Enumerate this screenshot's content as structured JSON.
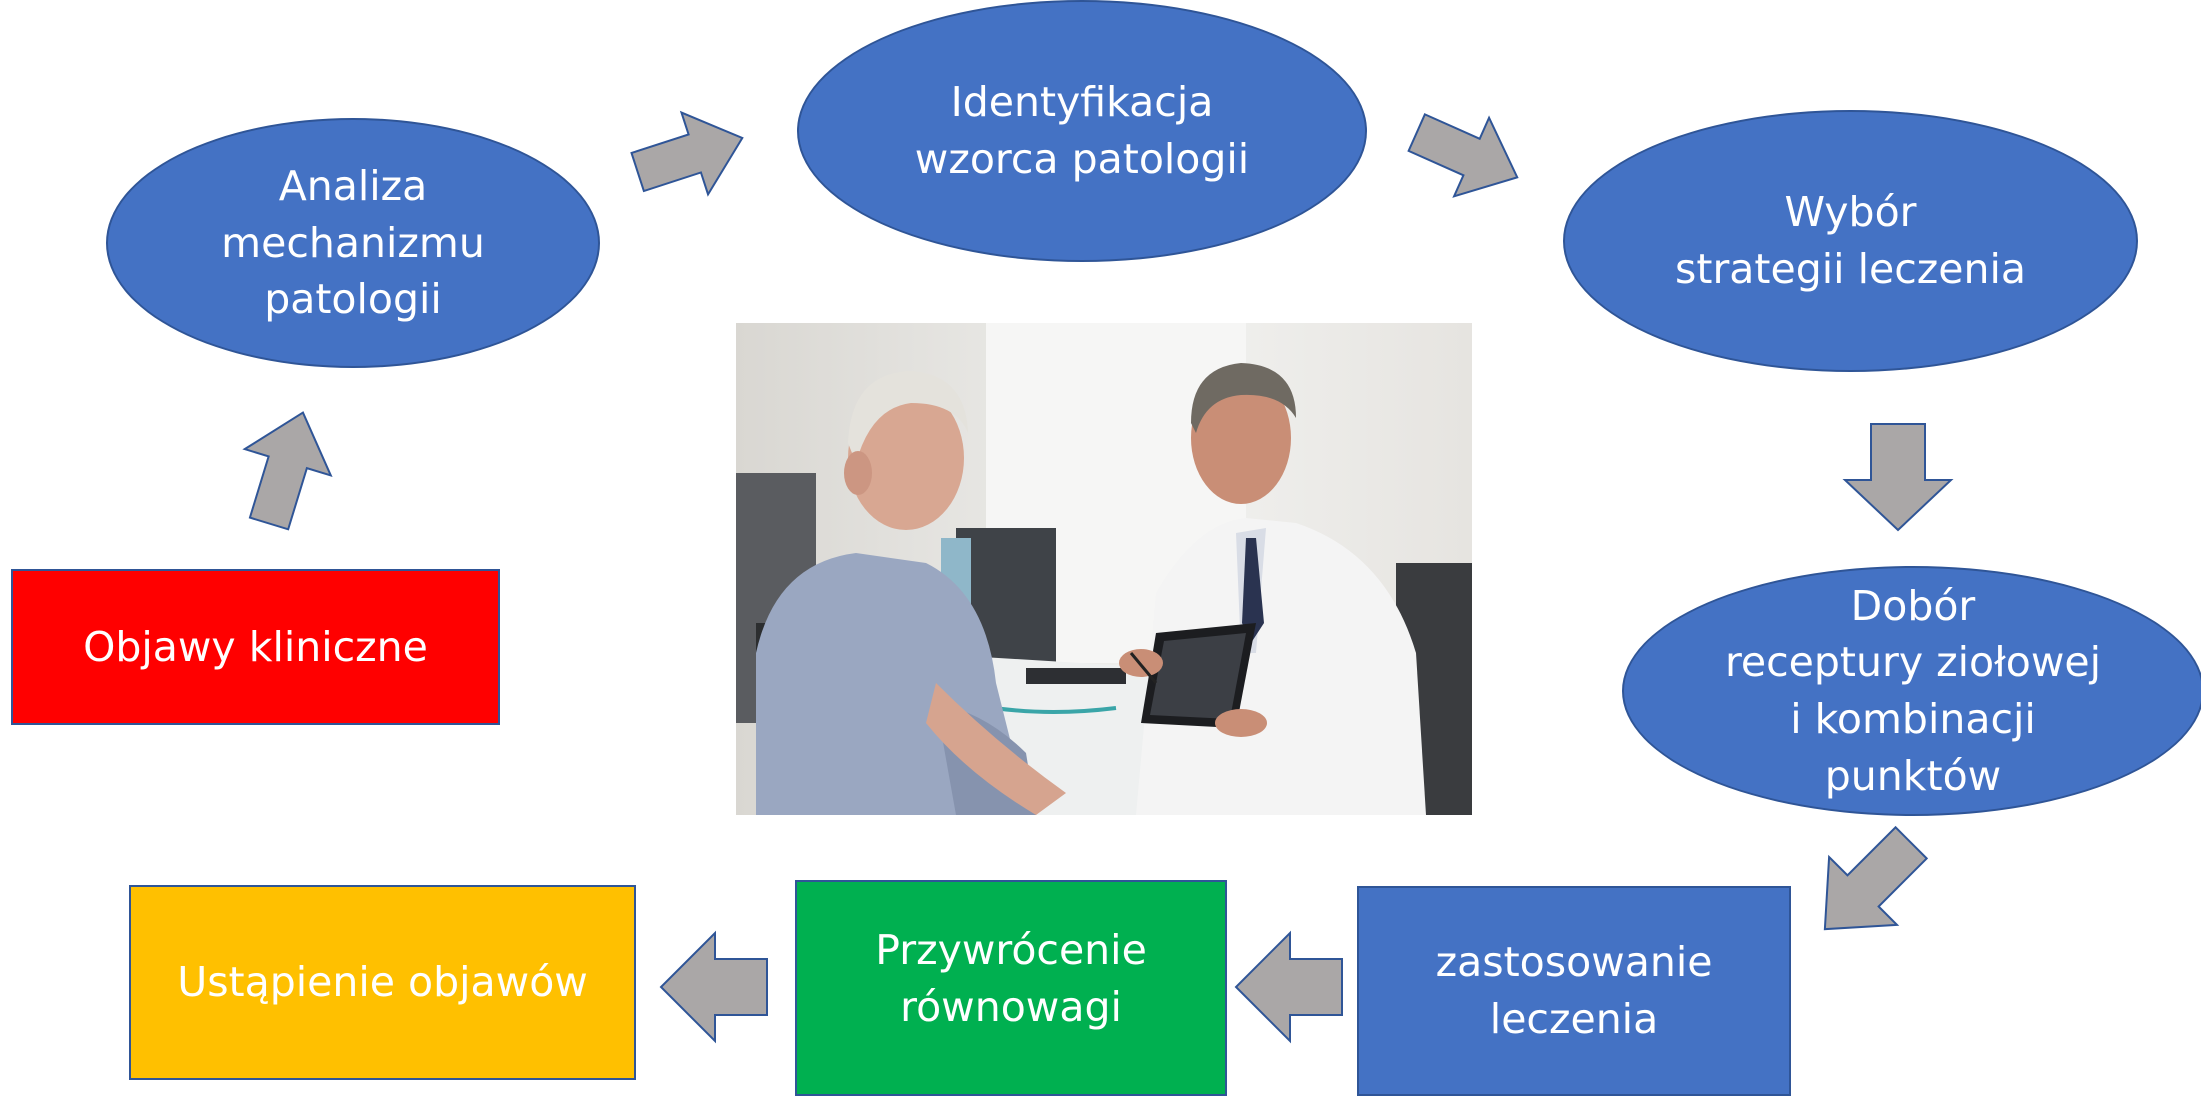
{
  "nodes": {
    "analiza": "Analiza\nmechanizmu\npatologii",
    "identyfikacja": "Identyfikacja\nwzorca patologii",
    "wybor": "Wybór\nstrategii leczenia",
    "dobor": "Dobór\nreceptury ziołowej\ni kombinacji\npunktów",
    "objawy": "Objawy kliniczne",
    "zastosowanie": "zastosowanie\nleczenia",
    "przywrocenie": "Przywrócenie\nrównowagi",
    "ustapienie": "Ustąpienie objawów"
  },
  "colors": {
    "ellipse_fill": "#4472c4",
    "border": "#2f5597",
    "arrow_fill": "#aaa7a7",
    "objawy_fill": "#ff0000",
    "zastosowanie_fill": "#4472c4",
    "przywrocenie_fill": "#00b050",
    "ustapienie_fill": "#ffc000"
  },
  "photo": {
    "subject": "doctor-and-patient-photo"
  }
}
